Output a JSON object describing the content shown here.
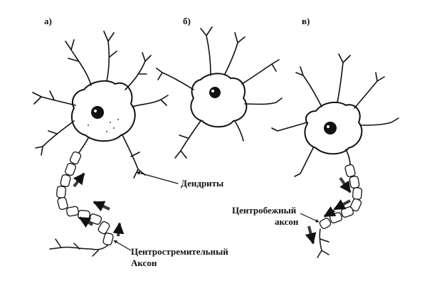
{
  "panels": [
    {
      "id": "a",
      "label": "а)"
    },
    {
      "id": "b",
      "label": "б)"
    },
    {
      "id": "c",
      "label": "в)"
    }
  ],
  "labels": {
    "dendrites": "Дендриты",
    "centripetal_axon": [
      "Центростремительный",
      "Аксон"
    ],
    "centrifugal_axon": [
      "Центробежный",
      "аксон"
    ]
  },
  "colors": {
    "ink": "#111111",
    "arrow": "#3a3a3a",
    "myelin": "#ffffff",
    "background": "#ffffff"
  },
  "icons": {
    "arrow": "flow-direction-arrow"
  }
}
